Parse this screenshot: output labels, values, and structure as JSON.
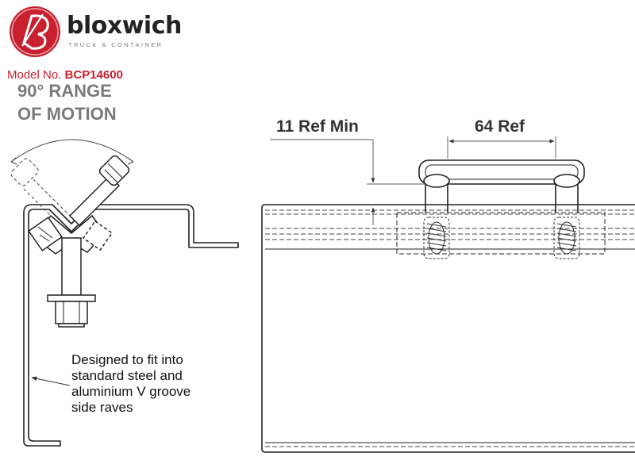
{
  "brand": {
    "name": "bloxwich",
    "subtitle": "TRUCK & CONTAINER",
    "colors": {
      "accent": "#c8202e",
      "text": "#222222",
      "muted": "#7a7a7a"
    }
  },
  "model": {
    "label": "Model No.",
    "number": "BCP14600"
  },
  "motion_caption": {
    "line1": "90° RANGE",
    "line2": "OF MOTION"
  },
  "dimensions": {
    "min_gap": "11 Ref Min",
    "span": "64 Ref"
  },
  "note": {
    "line1": "Designed to fit into",
    "line2": "standard steel and",
    "line3": "aluminium V groove",
    "line4": "side raves"
  }
}
